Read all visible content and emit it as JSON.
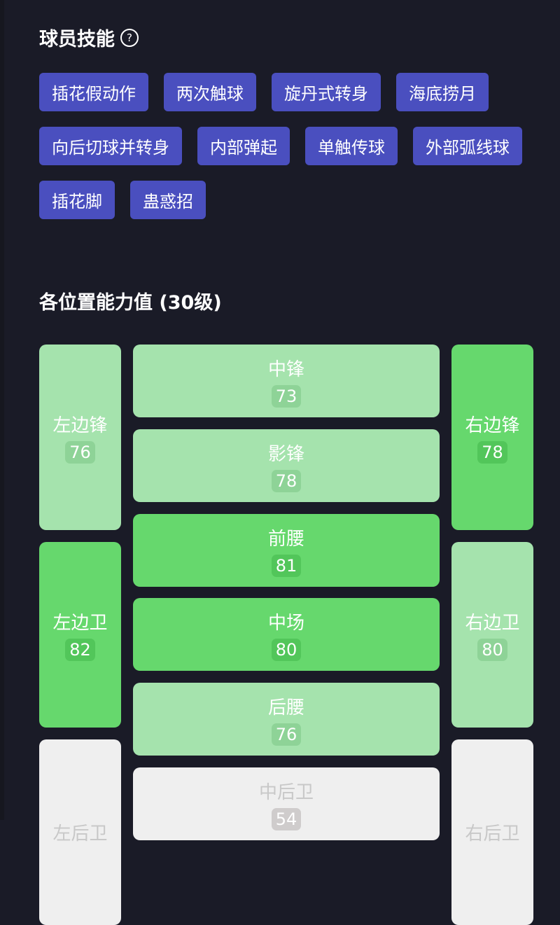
{
  "skills": {
    "title": "球员技能",
    "help_icon": "question-circle-icon",
    "items": [
      "插花假动作",
      "两次触球",
      "旋丹式转身",
      "海底捞月",
      "向后切球并转身",
      "内部弹起",
      "单触传球",
      "外部弧线球",
      "插花脚",
      "蛊惑招"
    ]
  },
  "positions": {
    "title": "各位置能力值 (30级)",
    "left": [
      {
        "name": "左边锋",
        "value": "76"
      },
      {
        "name": "左边卫",
        "value": "82"
      },
      {
        "name": "左后卫",
        "value": ""
      }
    ],
    "center": [
      {
        "name": "中锋",
        "value": "73"
      },
      {
        "name": "影锋",
        "value": "78"
      },
      {
        "name": "前腰",
        "value": "81"
      },
      {
        "name": "中场",
        "value": "80"
      },
      {
        "name": "后腰",
        "value": "76"
      },
      {
        "name": "中后卫",
        "value": "54"
      }
    ],
    "right": [
      {
        "name": "右边锋",
        "value": "78"
      },
      {
        "name": "右边卫",
        "value": "80"
      },
      {
        "name": "右后卫",
        "value": ""
      }
    ]
  },
  "colors": {
    "chip": "#4a4fbf",
    "high": "#66d86d",
    "mid": "#a5e3ad",
    "low": "#efefef"
  }
}
